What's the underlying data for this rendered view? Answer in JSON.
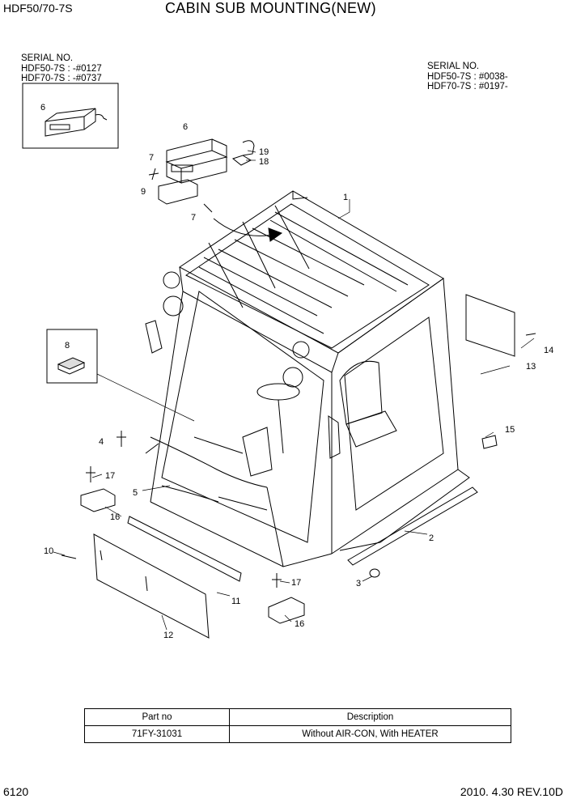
{
  "header": {
    "model": "HDF50/70-7S",
    "title": "CABIN SUB MOUNTING(NEW)"
  },
  "serial_left": {
    "heading": "SERIAL NO.",
    "line1": "HDF50-7S : -#0127",
    "line2": "HDF70-7S : -#0737"
  },
  "serial_right": {
    "heading": "SERIAL NO.",
    "line1": "HDF50-7S : #0038-",
    "line2": "HDF70-7S : #0197-"
  },
  "callouts": {
    "c1": "1",
    "c2": "2",
    "c3": "3",
    "c4": "4",
    "c5": "5",
    "c6a": "6",
    "c6b": "6",
    "c7a": "7",
    "c7b": "7",
    "c8": "8",
    "c9": "9",
    "c10": "10",
    "c11": "11",
    "c12": "12",
    "c13": "13",
    "c14": "14",
    "c15": "15",
    "c16a": "16",
    "c16b": "16",
    "c17a": "17",
    "c17b": "17",
    "c18": "18",
    "c19": "19"
  },
  "parts_table": {
    "headers": [
      "Part no",
      "Description"
    ],
    "rows": [
      [
        "71FY-31031",
        "Without AIR-CON, With HEATER"
      ]
    ]
  },
  "footer": {
    "page": "6120",
    "revision": "2010. 4.30  REV.10D"
  }
}
